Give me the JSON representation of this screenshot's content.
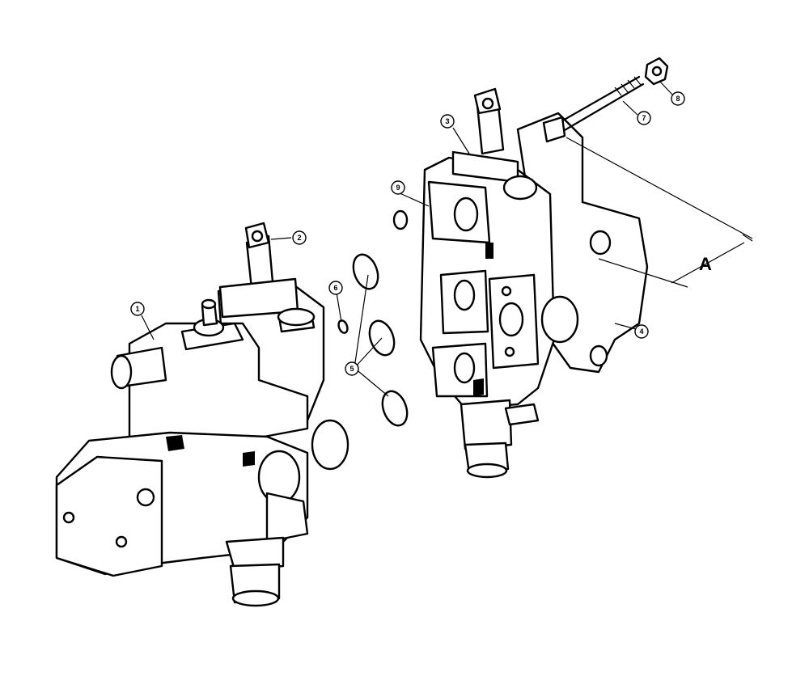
{
  "diagram": {
    "callouts": [
      {
        "id": "1",
        "label": "1"
      },
      {
        "id": "2",
        "label": "2"
      },
      {
        "id": "3",
        "label": "3"
      },
      {
        "id": "4",
        "label": "4"
      },
      {
        "id": "5",
        "label": "5"
      },
      {
        "id": "6",
        "label": "6"
      },
      {
        "id": "7",
        "label": "7"
      },
      {
        "id": "8",
        "label": "8"
      },
      {
        "id": "9",
        "label": "9"
      }
    ],
    "dimension": {
      "label": "A"
    }
  }
}
